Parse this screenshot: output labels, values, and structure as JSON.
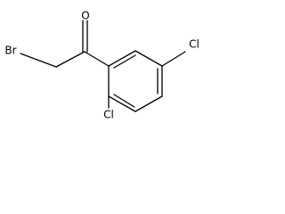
{
  "molecule": {
    "atoms": {
      "oxygen": "O",
      "bromine": "Br",
      "chlorine_top_right": "Cl",
      "chlorine_bottom": "Cl"
    }
  }
}
